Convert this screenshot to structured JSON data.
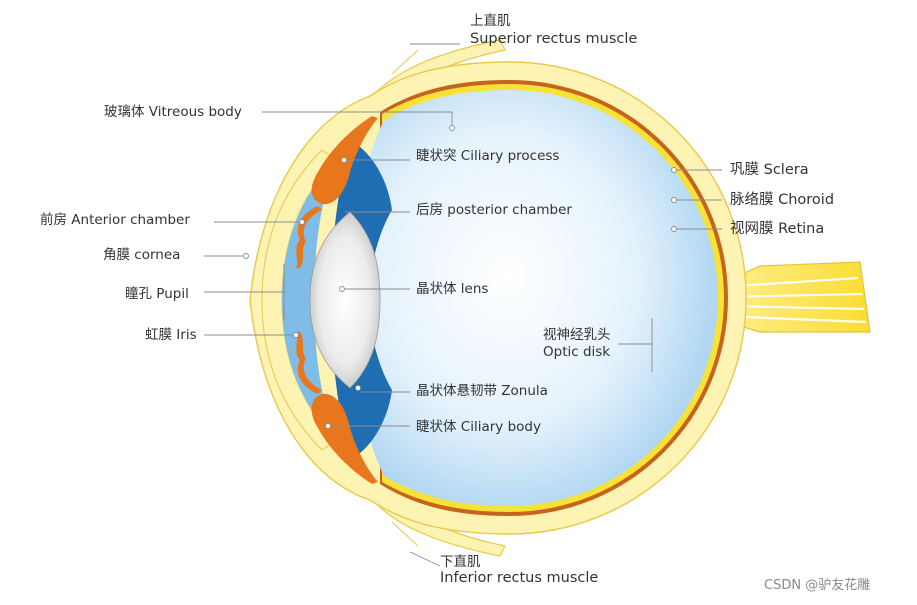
{
  "labels": {
    "superior_rectus_cn": "上直肌",
    "superior_rectus_en": "Superior rectus muscle",
    "vitreous_body": "玻璃体 Vitreous body",
    "ciliary_process": "睫状突  Ciliary process",
    "posterior_chamber": "后房 posterior chamber",
    "anterior_chamber": "前房 Anterior chamber",
    "cornea": "角膜 cornea",
    "pupil": "瞳孔 Pupil",
    "lens": "晶状体 lens",
    "iris": "虹膜 Iris",
    "optic_disk_cn": "视神经乳头",
    "optic_disk_en": "Optic disk",
    "zonula": "晶状体悬韧带 Zonula",
    "ciliary_body": "睫状体 Ciliary body",
    "sclera": "巩膜 Sclera",
    "choroid": "脉络膜 Choroid",
    "retina": "视网膜 Retina",
    "inferior_rectus_cn": "下直肌",
    "inferior_rectus_en": "Inferior rectus muscle"
  },
  "watermark": "CSDN @驴友花雕",
  "colors": {
    "sclera": "#fdf3b3",
    "sclera_edge": "#e8c94a",
    "choroid": "#c8631c",
    "retina": "#f7e23a",
    "vitreous_center": "#ffffff",
    "vitreous_edge": "#a9d3f2",
    "ciliary": "#e8761d",
    "aqueous": "#7fbde8",
    "posterior_blue": "#1f6db3",
    "lens": "#e6e6e6",
    "optic_nerve": "#fbe74a"
  }
}
